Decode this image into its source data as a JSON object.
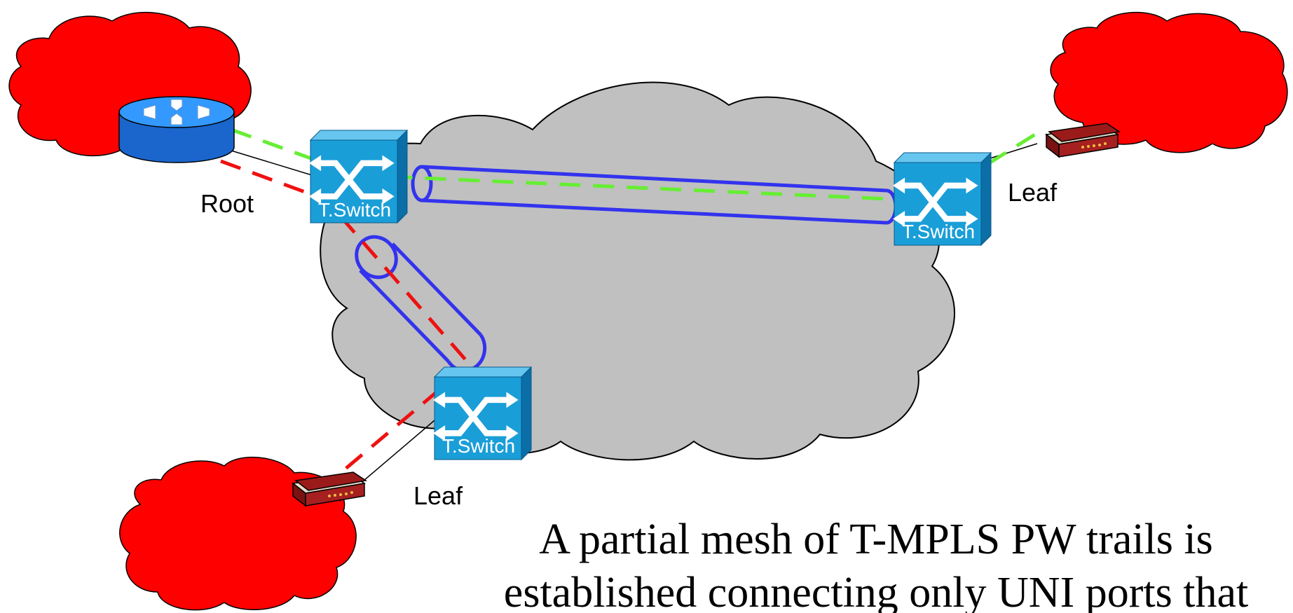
{
  "labels": {
    "root": "Root",
    "leaf_right": "Leaf",
    "leaf_bottom": "Leaf"
  },
  "switches": [
    {
      "label": "T.Switch"
    },
    {
      "label": "T.Switch"
    },
    {
      "label": "T.Switch"
    }
  ],
  "caption": {
    "line1": "A partial mesh of T-MPLS PW trails is",
    "line2": "established connecting only UNI ports that"
  },
  "colors": {
    "customer_cloud": "#ff0000",
    "core_cloud": "#c0c0c0",
    "switch_face": "#1a9ed8",
    "tunnel": "#3333ee",
    "pw_green": "#66ee33",
    "pw_red": "#ee1111",
    "router": "#3399ff"
  },
  "icons": [
    "router-icon",
    "tswitch-icon",
    "modem-icon",
    "cloud-icon"
  ]
}
